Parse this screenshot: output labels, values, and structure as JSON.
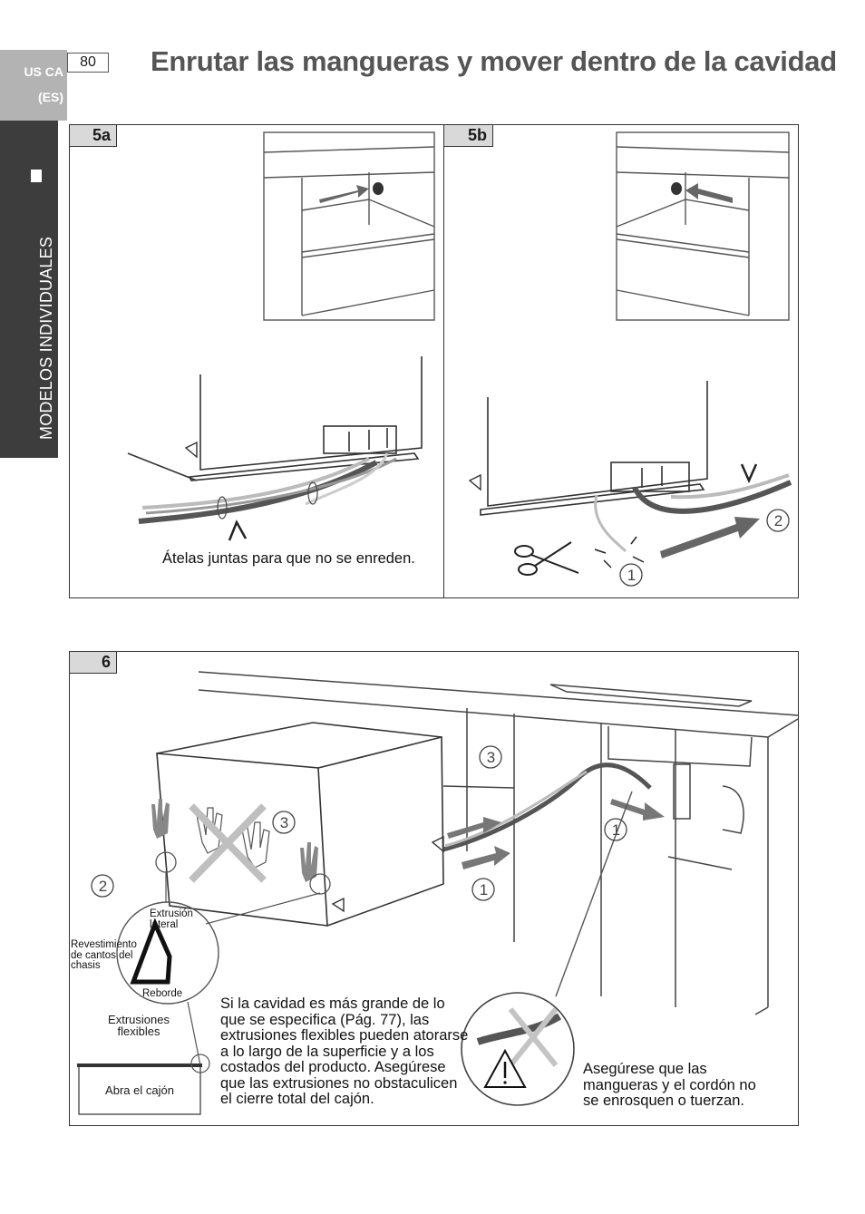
{
  "header": {
    "region_line1": "US CA",
    "region_line2": "(ES)",
    "page_number": "80",
    "title": "Enrutar las mangueras y mover dentro de la cavidad"
  },
  "sidebar": {
    "section_label": "MODELOS INDIVIDUALES"
  },
  "panel_5a": {
    "label": "5a",
    "caption": "Átelas juntas para que no se enreden."
  },
  "panel_5b": {
    "label": "5b",
    "step_1": "1",
    "step_2": "2"
  },
  "panel_6": {
    "label": "6",
    "steps": {
      "one_a": "1",
      "one_b": "1",
      "two": "2",
      "three_a": "3",
      "three_b": "3"
    },
    "callouts": {
      "extrusion_lateral": "Extrusión lateral",
      "chassis_edge": "Revestimiento de cantos del chasis",
      "reborde": "Reborde",
      "flexible_extrusions": "Extrusiones flexibles",
      "open_drawer": "Abra el cajón"
    },
    "note_cavity": "Si la cavidad es más grande de lo que se especifica (Pág. 77), las extrusiones flexibles pueden atorarse a lo largo de la superficie y a los costados del producto. Asegúrese que las extrusiones no obstaculicen el cierre total del cajón.",
    "note_hoses": "Asegúrese que las mangueras y el cordón no se enrosquen o tuerzan."
  },
  "colors": {
    "sidebar_band": "#3d3d3d",
    "sidebar_tab": "#b3b3b3",
    "title_gray": "#555555",
    "label_fill": "#d9d9d9",
    "cross_gray": "#bfbfbf"
  },
  "icons": [
    "arrow-icon",
    "scissors-icon",
    "hand-icon",
    "warning-icon",
    "cross-mark-icon",
    "cable-tie-icon"
  ]
}
